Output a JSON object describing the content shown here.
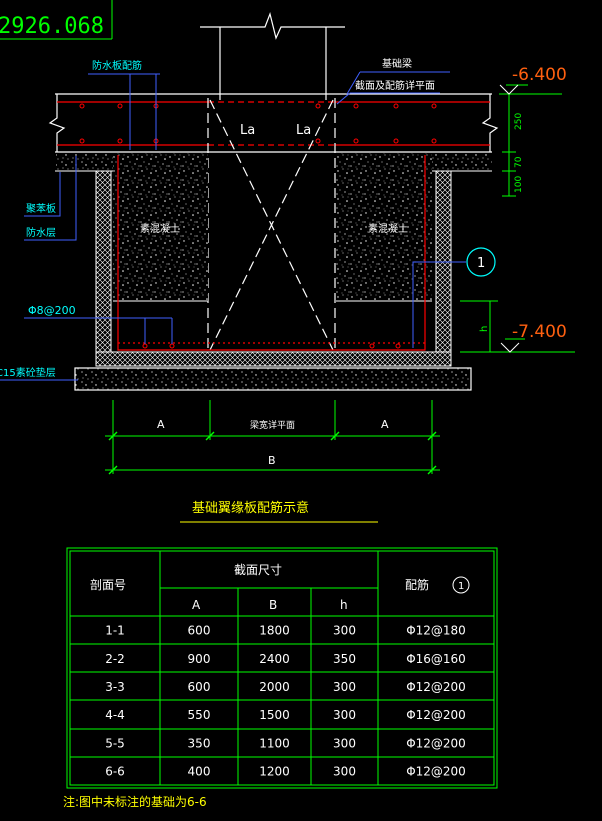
{
  "coord_text": "2926.068",
  "labels": {
    "waterproof_rebar": "防水板配筋",
    "foundation_beam": "基础梁",
    "beam_detail_line1": "基础梁",
    "beam_detail_line2": "截面及配筋详平面",
    "top_elev": "-6.400",
    "bottom_elev": "-7.400",
    "dim_250": "250",
    "dim_70": "70",
    "dim_100": "100",
    "la_left": "La",
    "la_right": "La",
    "plain_concrete_left": "素混凝土",
    "plain_concrete_right": "素混凝土",
    "polystyrene_board": "聚苯板",
    "waterproof_layer": "防水层",
    "rebar_phi8": "Φ8@200",
    "c15_bedding": "C15素砼垫层",
    "callout_1": "1",
    "dim_h": "h",
    "dim_A_left": "A",
    "dim_A_right": "A",
    "dim_beam_width": "梁宽详平面",
    "dim_B": "B"
  },
  "title": "基础翼缘板配筋示意",
  "table": {
    "header_section": "剖面号",
    "header_size": "截面尺寸",
    "header_reinf": "配筋",
    "header_reinf_mark": "1",
    "columns": [
      "A",
      "B",
      "h"
    ],
    "rows": [
      {
        "section": "1-1",
        "A": "600",
        "B": "1800",
        "h": "300",
        "reinf": "Φ12@180"
      },
      {
        "section": "2-2",
        "A": "900",
        "B": "2400",
        "h": "350",
        "reinf": "Φ16@160"
      },
      {
        "section": "3-3",
        "A": "600",
        "B": "2000",
        "h": "300",
        "reinf": "Φ12@200"
      },
      {
        "section": "4-4",
        "A": "550",
        "B": "1500",
        "h": "300",
        "reinf": "Φ12@200"
      },
      {
        "section": "5-5",
        "A": "350",
        "B": "1100",
        "h": "300",
        "reinf": "Φ12@200"
      },
      {
        "section": "6-6",
        "A": "400",
        "B": "1200",
        "h": "300",
        "reinf": "Φ12@200"
      }
    ]
  },
  "note": "注:图中未标注的基础为6-6",
  "colors": {
    "background": "#000000",
    "white": "#ffffff",
    "green": "#00ff00",
    "cyan": "#00ffff",
    "yellow": "#ffff00",
    "red": "#ff0000",
    "blue": "#4060ff",
    "orange": "#ff6010"
  }
}
